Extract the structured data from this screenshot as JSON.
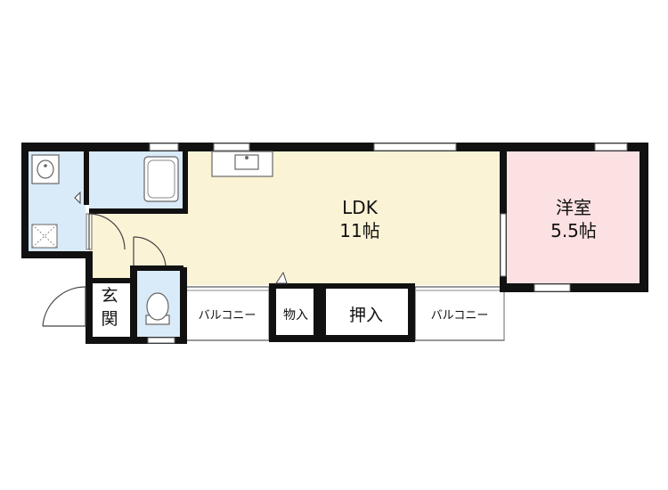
{
  "rooms": {
    "ldk": {
      "name": "LDK",
      "size": "11帖"
    },
    "western": {
      "name": "洋室",
      "size": "5.5帖"
    },
    "entrance": {
      "name": "玄関"
    },
    "storage_small": {
      "name": "物入"
    },
    "closet": {
      "name": "押入"
    },
    "balcony_left": {
      "name": "バルコニー"
    },
    "balcony_right": {
      "name": "バルコニー"
    }
  },
  "colors": {
    "wall": "#111111",
    "ldk_fill": "#fbf3d6",
    "western_fill": "#fbe1e1",
    "wet_fill": "#d9eaf8",
    "balcony_fill": "#ffffff"
  }
}
